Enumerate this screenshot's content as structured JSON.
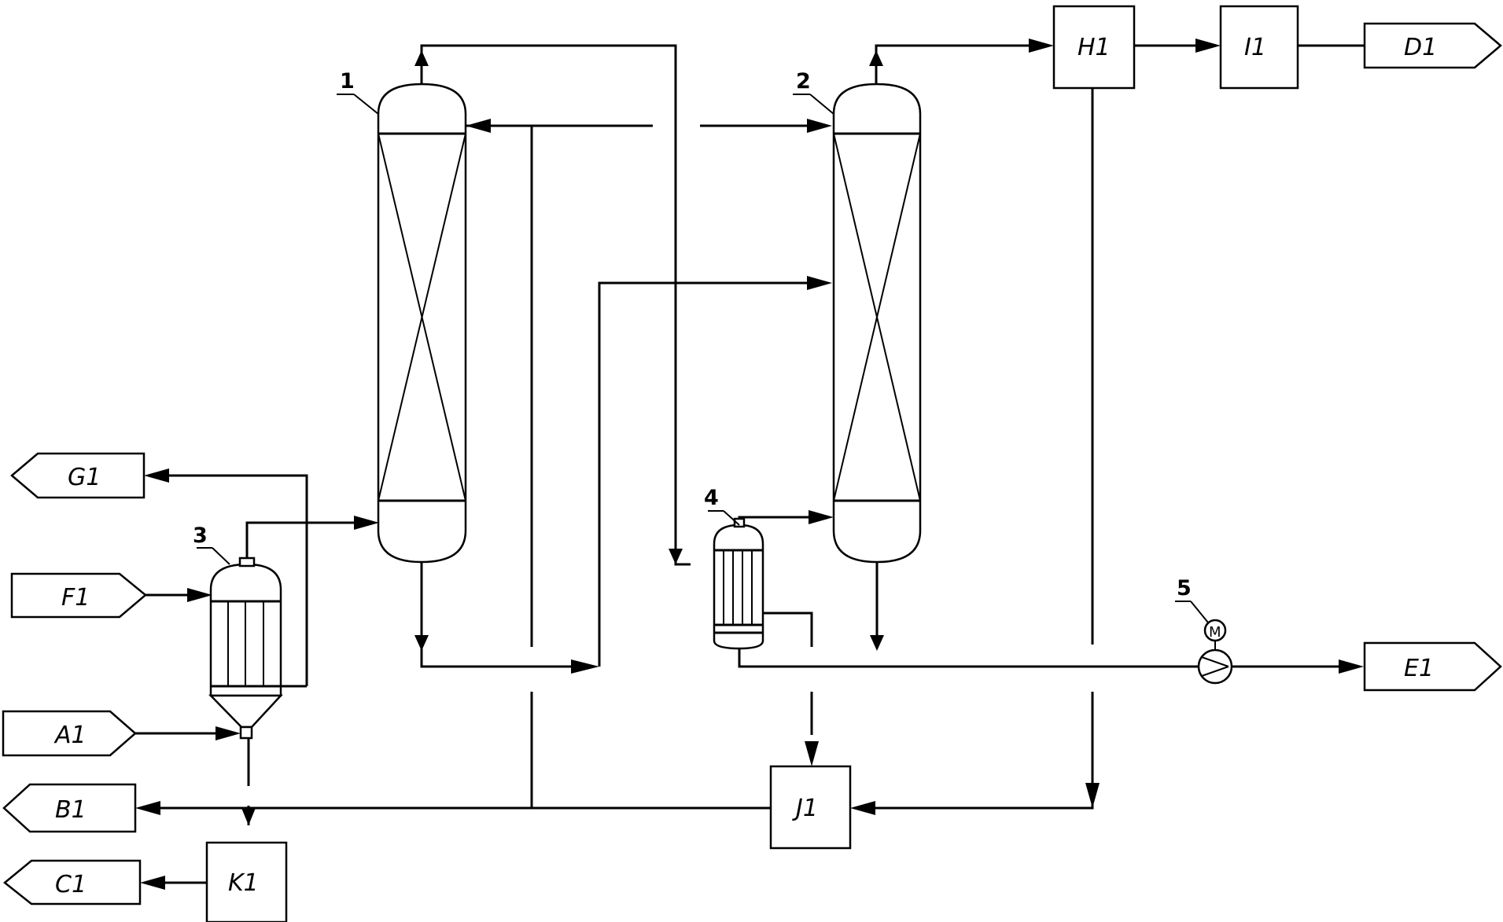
{
  "streams": {
    "a1": "A1",
    "b1": "B1",
    "c1": "C1",
    "d1": "D1",
    "e1": "E1",
    "f1": "F1",
    "g1": "G1"
  },
  "units": {
    "h1": "H1",
    "i1": "I1",
    "j1": "J1",
    "k1": "K1"
  },
  "equipment": {
    "column_1": "1",
    "column_2": "2",
    "exchanger_3": "3",
    "exchanger_4": "4",
    "pump_5": "5",
    "motor_symbol": "M"
  }
}
